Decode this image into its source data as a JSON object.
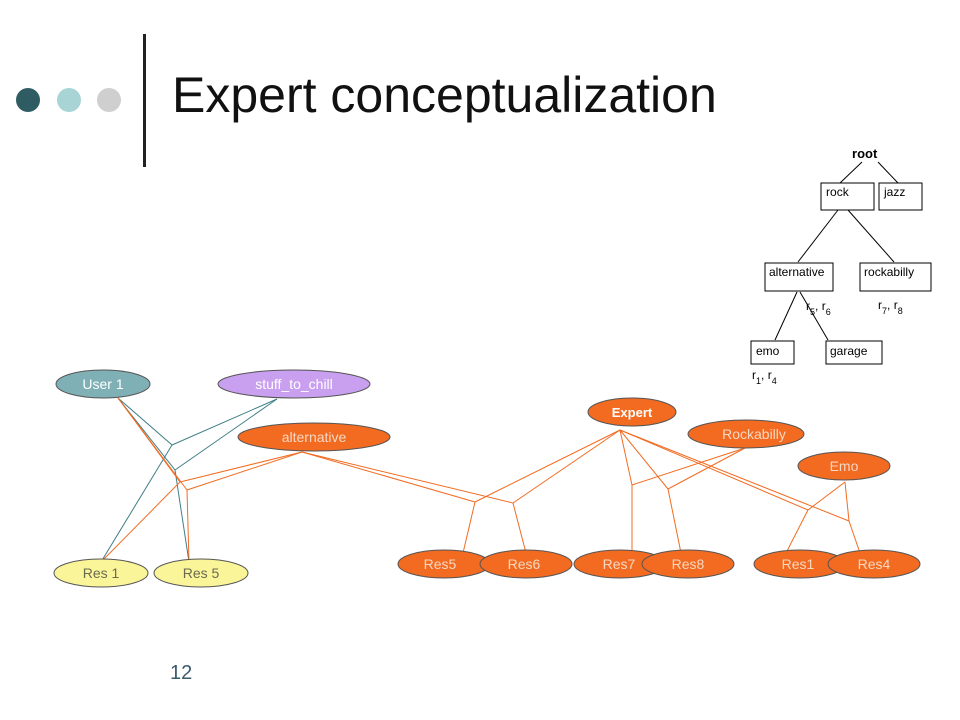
{
  "slide": {
    "title": "Expert conceptualization",
    "page_number": "12",
    "colors": {
      "dot1": "#2f5c63",
      "dot2": "#a8d4d6",
      "dot3": "#cfcfcf",
      "orange": "#f26b21",
      "teal": "#3f7f86"
    }
  },
  "tree": {
    "root": "root",
    "rock": "rock",
    "jazz": "jazz",
    "alternative": "alternative",
    "rockabilly": "rockabilly",
    "emo": "emo",
    "garage": "garage",
    "r56": "r5, r6",
    "r78": "r7, r8",
    "r14": "r1, r4"
  },
  "graph": {
    "user1": "User 1",
    "stuff": "stuff_to_chill",
    "alternative": "alternative",
    "expert": "Expert",
    "rockabilly": "Rockabilly",
    "emo": "Emo",
    "res1_left": "Res 1",
    "res5_left": "Res 5",
    "res5": "Res5",
    "res6": "Res6",
    "res7": "Res7",
    "res8": "Res8",
    "res1": "Res1",
    "res4": "Res4"
  }
}
